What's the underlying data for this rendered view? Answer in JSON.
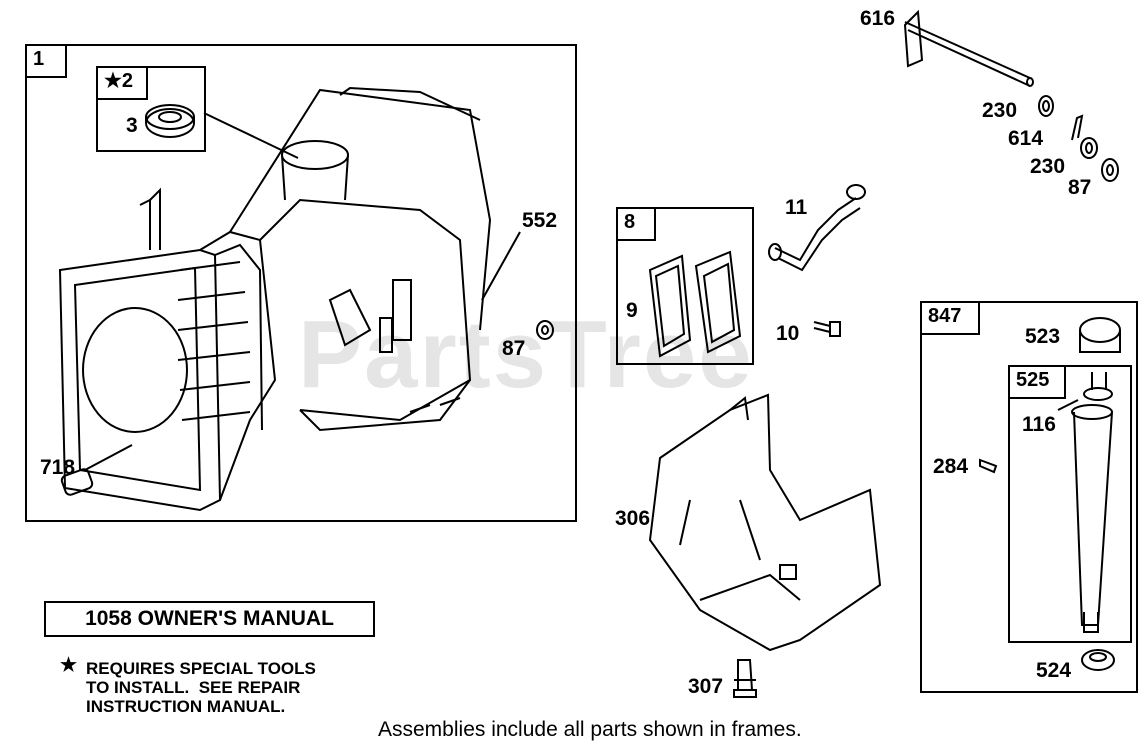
{
  "watermark": "PartsTree",
  "caption": "Assemblies include all parts shown in frames.",
  "manual_box": "1058 OWNER'S MANUAL",
  "special_note": {
    "star": "★",
    "text": "REQUIRES SPECIAL TOOLS\nTO INSTALL.  SEE REPAIR\nINSTRUCTION MANUAL."
  },
  "frames": {
    "cylinder": "1",
    "seal": "★2",
    "gasket": "8",
    "dipstick": "847",
    "dipstick_inner": "525"
  },
  "labels": {
    "seal_ring": "3",
    "pin_552": "552",
    "nut_87_left": "87",
    "dowel_718": "718",
    "gasket_9": "9",
    "tube_11": "11",
    "screw_10": "10",
    "shield_306": "306",
    "bolt_307": "307",
    "shaft_616": "616",
    "washer_230_top": "230",
    "pin_614": "614",
    "washer_230_bottom": "230",
    "washer_87_right": "87",
    "cap_523": "523",
    "oring_116": "116",
    "screw_284": "284",
    "grommet_524": "524"
  }
}
